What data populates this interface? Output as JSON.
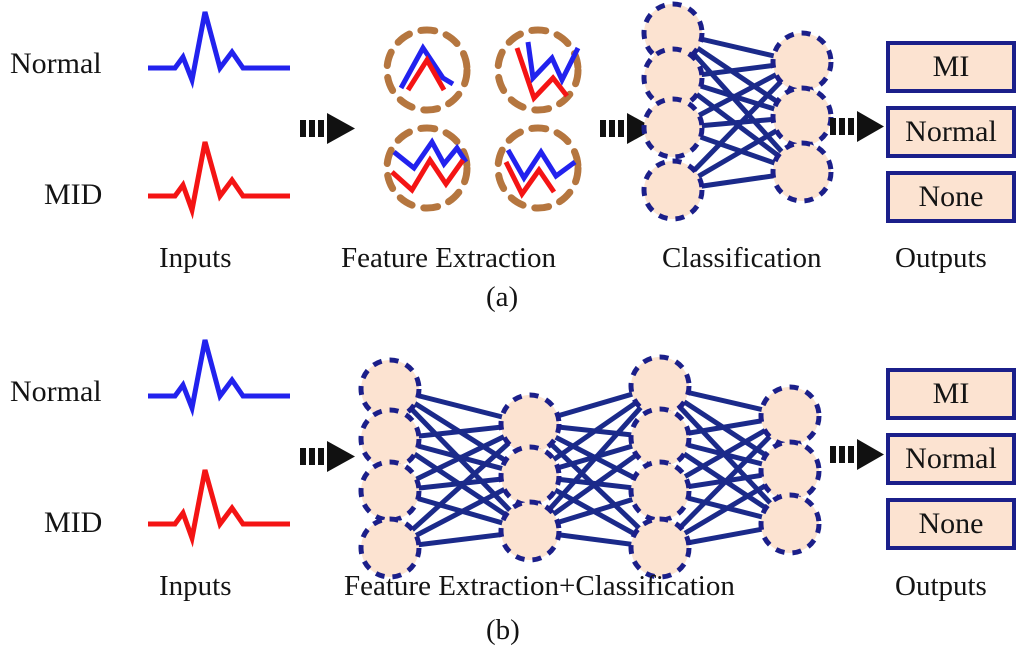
{
  "figure": {
    "caption_letters": [
      "(a)",
      "(b)"
    ],
    "colors": {
      "normal_signal": "#2222EE",
      "mi_signal": "#F41414",
      "node_fill": "#FCE3D1",
      "node_border": "#1B1F8A",
      "edge": "#1B2A8A",
      "feature_circle": "#B5763F",
      "arrow": "#111111",
      "box_border": "#1B1F8A",
      "box_fill": "#FCE3D1",
      "text": "#141414",
      "background": "#FFFFFF"
    }
  },
  "panel_a": {
    "letter": "(a)",
    "inputs": {
      "caption": "Inputs",
      "signals": [
        {
          "label": "Normal",
          "color": "#2222EE",
          "icon": "ecg-waveform-icon"
        },
        {
          "label": "MID",
          "color": "#F41414",
          "icon": "ecg-waveform-icon"
        }
      ]
    },
    "feature_extraction": {
      "caption": "Feature Extraction",
      "clusters": 4
    },
    "classification": {
      "caption": "Classification",
      "layers": [
        4,
        3
      ]
    },
    "outputs": {
      "caption": "Outputs",
      "classes": [
        "MI",
        "Normal",
        "None"
      ]
    },
    "arrows": [
      "arrow-inputs-to-features",
      "arrow-features-to-classification",
      "arrow-classification-to-outputs"
    ]
  },
  "panel_b": {
    "letter": "(b)",
    "inputs": {
      "caption": "Inputs",
      "signals": [
        {
          "label": "Normal",
          "color": "#2222EE",
          "icon": "ecg-waveform-icon"
        },
        {
          "label": "MID",
          "color": "#F41414",
          "icon": "ecg-waveform-icon"
        }
      ]
    },
    "network": {
      "caption": "Feature Extraction+Classification",
      "layers": [
        4,
        3,
        4,
        3
      ]
    },
    "outputs": {
      "caption": "Outputs",
      "classes": [
        "MI",
        "Normal",
        "None"
      ]
    },
    "arrows": [
      "arrow-inputs-to-network",
      "arrow-network-to-outputs"
    ]
  }
}
